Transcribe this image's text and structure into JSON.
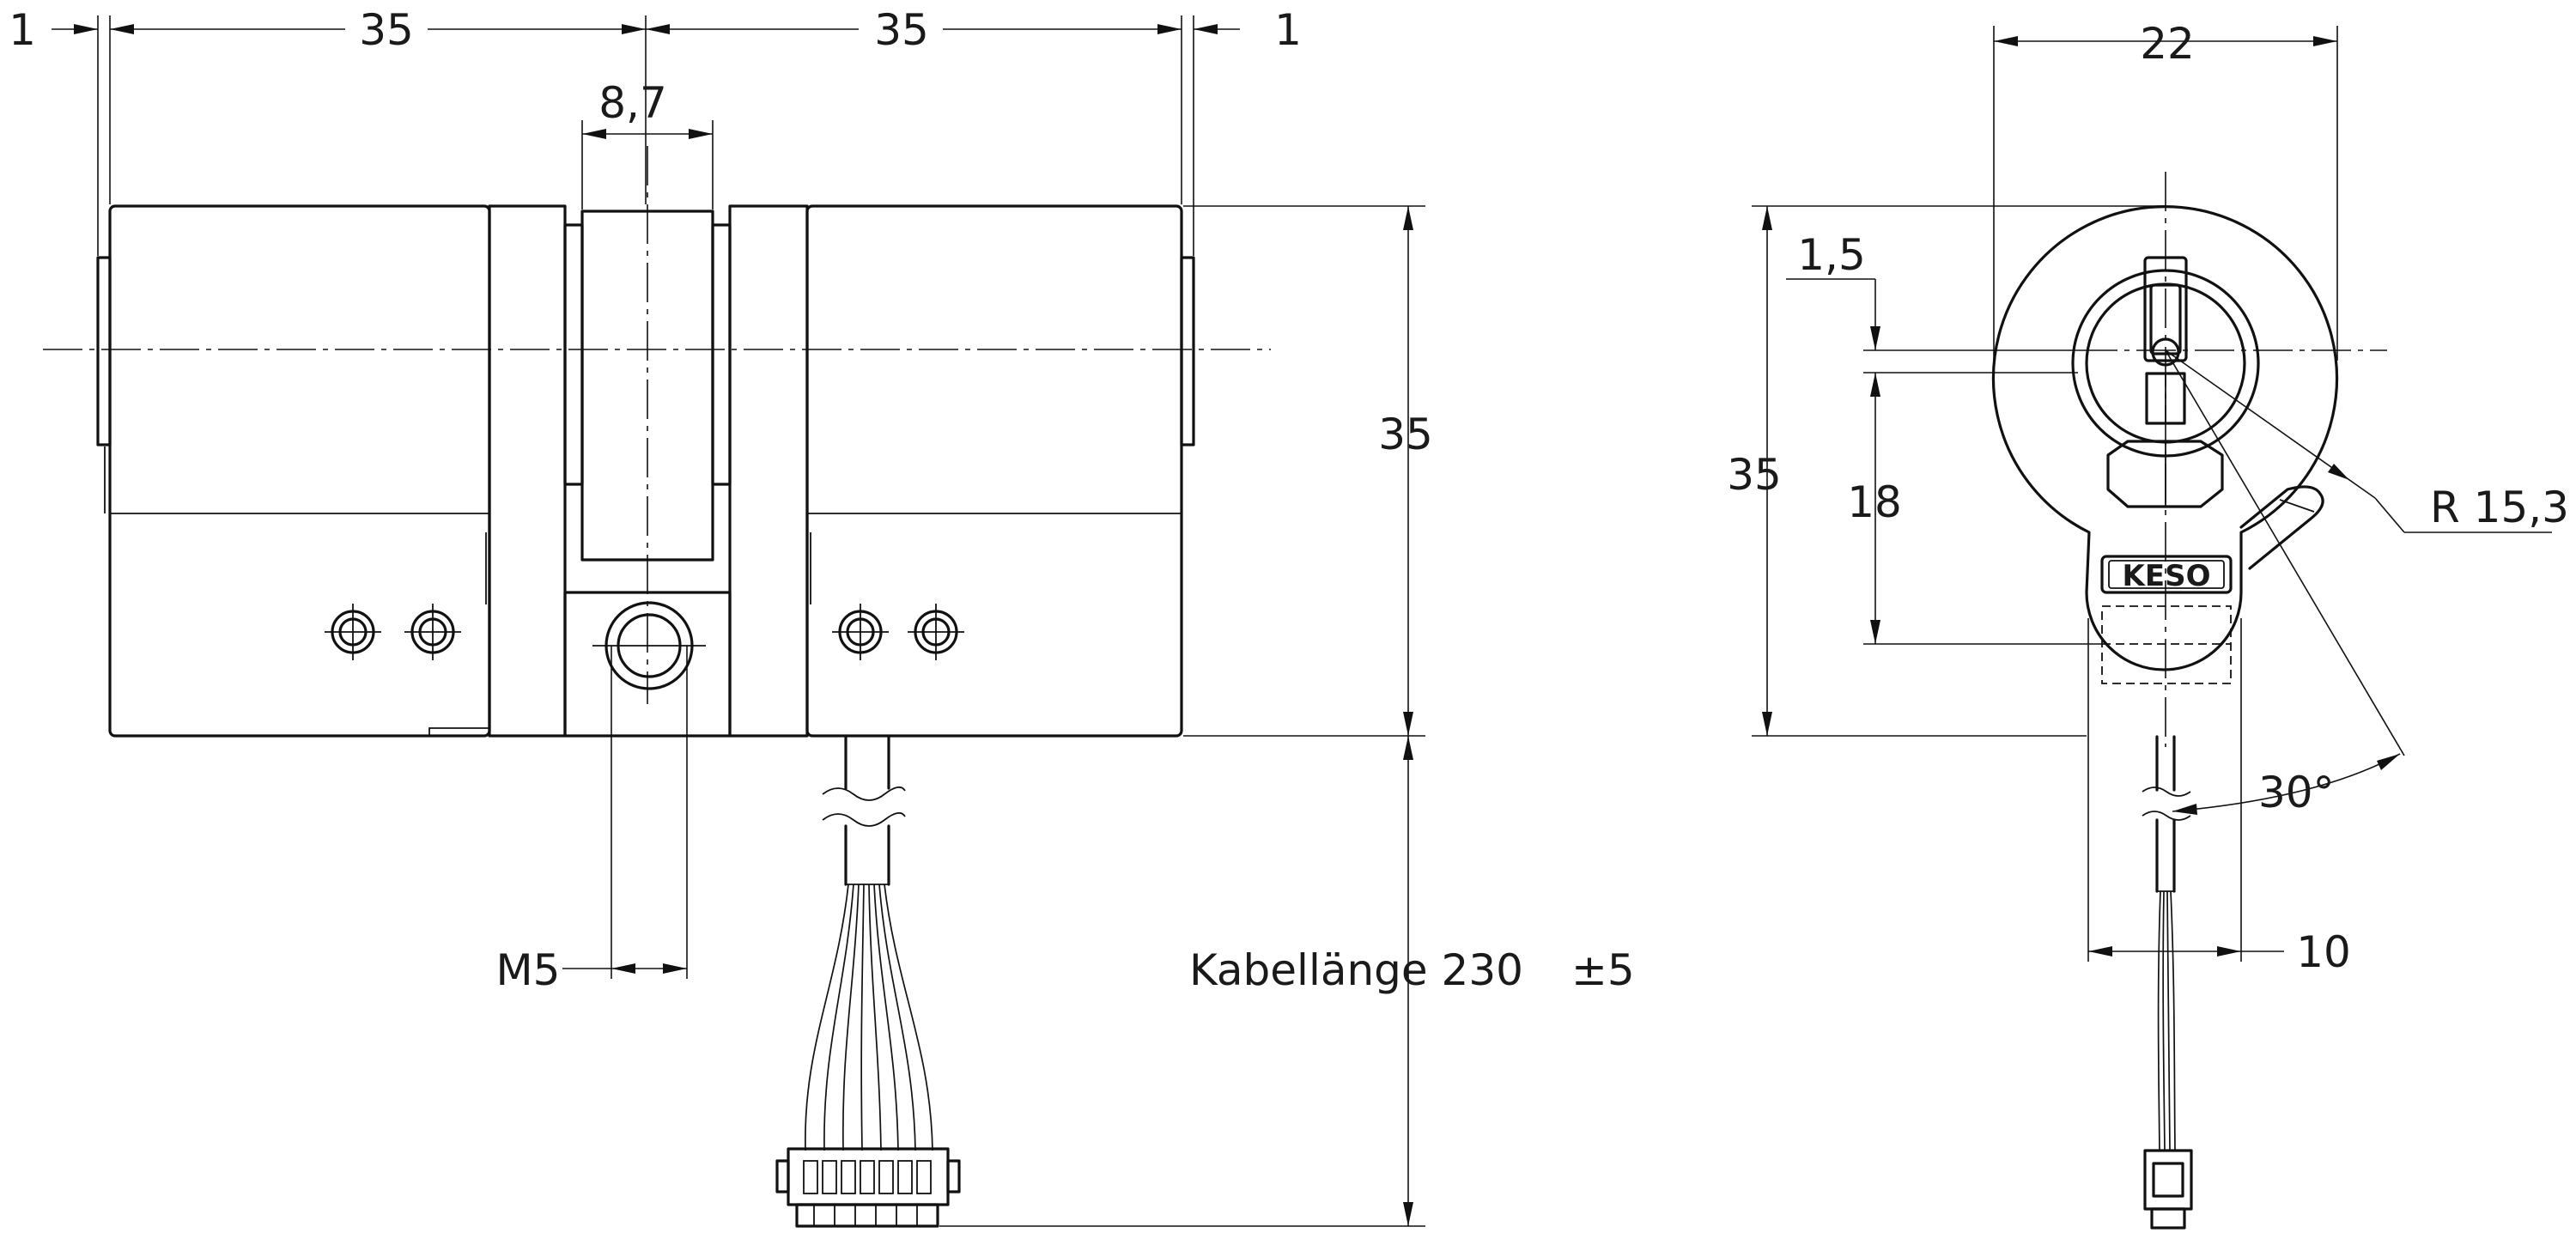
{
  "drawing": {
    "front_view": {
      "dim_left_offset": "1",
      "dim_left_half": "35",
      "dim_right_half": "35",
      "dim_right_offset": "1",
      "dim_cam_width": "8,7",
      "dim_height": "35",
      "dim_thread": "M5",
      "cable_length_label": "Kabellänge 230",
      "cable_tolerance": "±5"
    },
    "side_view": {
      "dim_width": "22",
      "dim_height": "35",
      "dim_offset": "1,5",
      "dim_centre_height": "18",
      "dim_radius": "R 15,3",
      "dim_angle": "30°",
      "dim_cable_exit": "10",
      "brand_mark": "KESO"
    }
  }
}
